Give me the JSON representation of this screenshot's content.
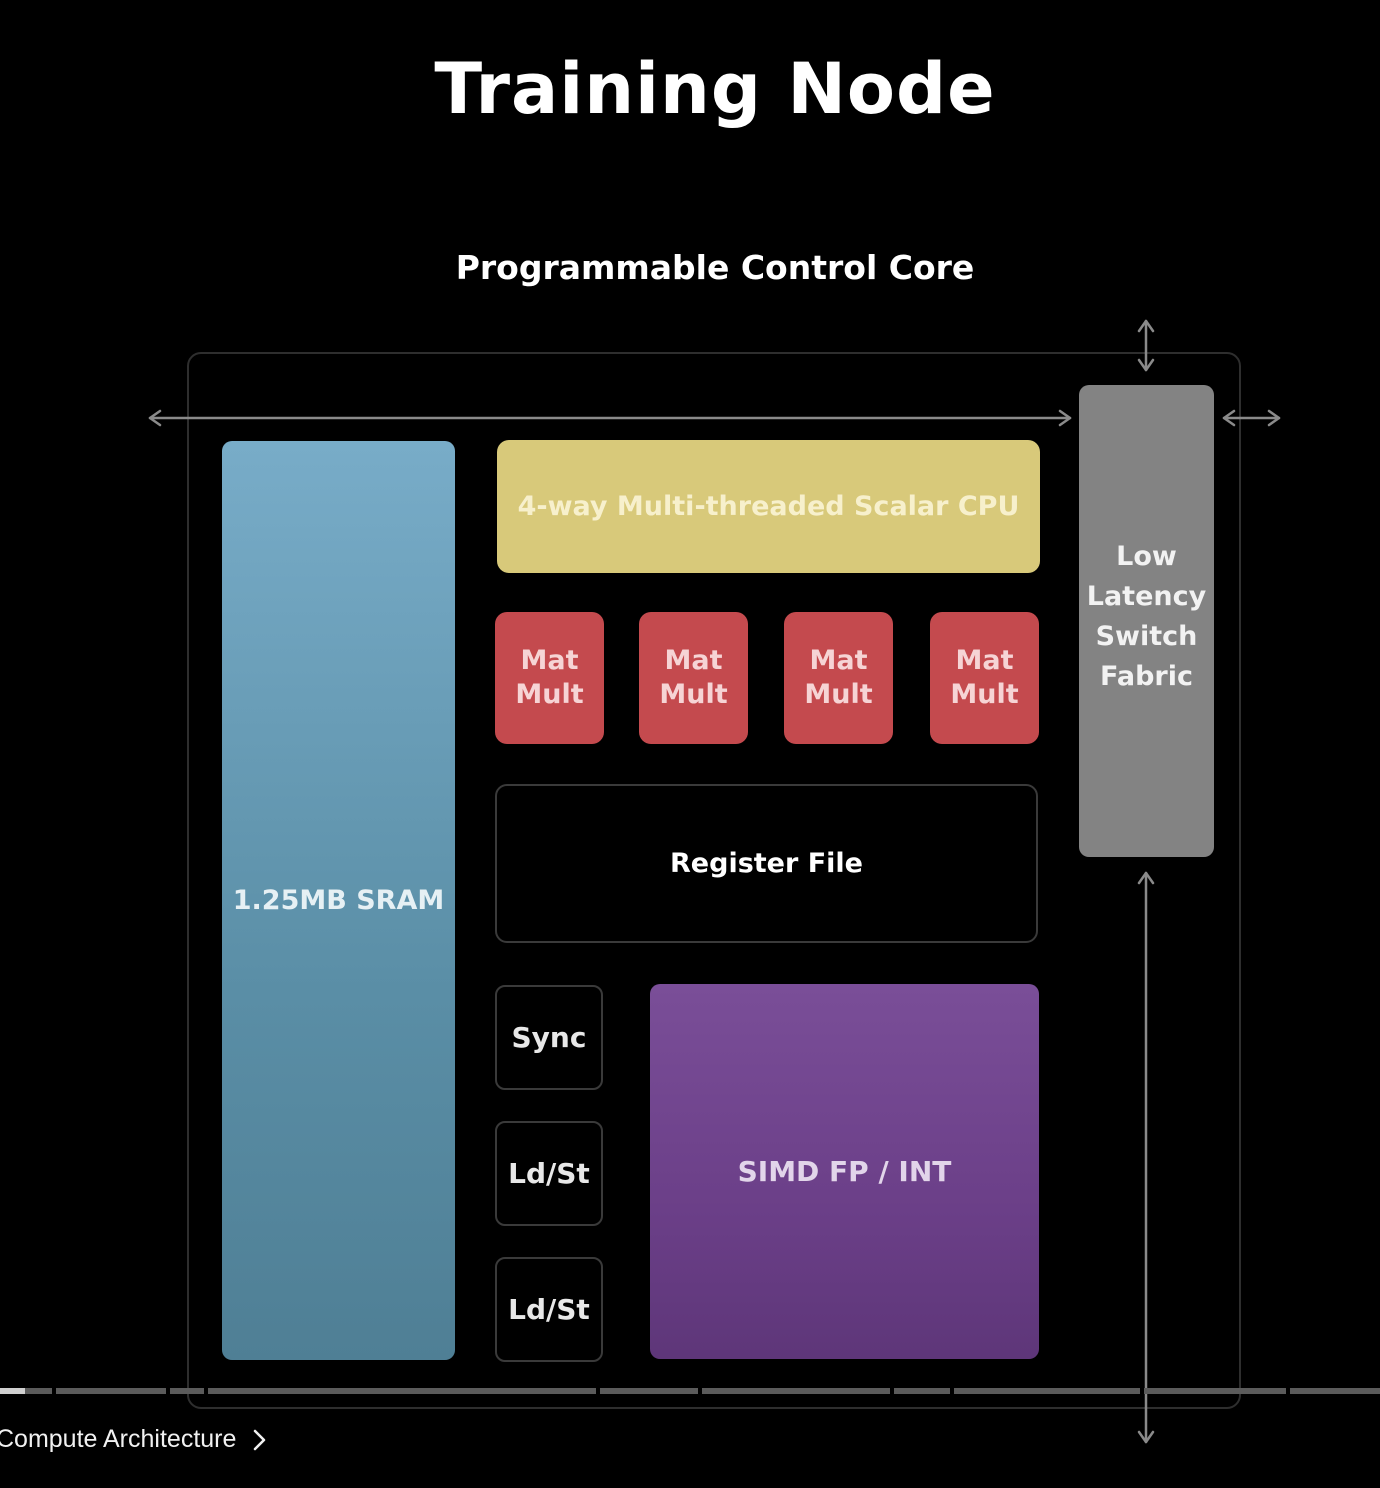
{
  "slide": {
    "title": "Training Node",
    "subtitle": "Programmable Control Core",
    "blocks": {
      "sram": "1.25MB SRAM",
      "cpu": "4-way Multi-threaded Scalar CPU",
      "mat_mult_line1": "Mat",
      "mat_mult_line2": "Mult",
      "register_file": "Register File",
      "sync": "Sync",
      "ld_st": "Ld/St",
      "simd": "SIMD FP / INT",
      "switch_lines": [
        "Low",
        "Latency",
        "Switch",
        "Fabric"
      ]
    }
  },
  "player": {
    "chapter_title": "Compute Architecture",
    "chevron_icon": "chevron-right-icon",
    "progress_fraction": 0.018
  },
  "colors": {
    "sram": "#6c9fb8",
    "cpu": "#d8c97a",
    "mat_mult": "#c44a4e",
    "simd": "#6b3f88",
    "switch": "#838383"
  }
}
